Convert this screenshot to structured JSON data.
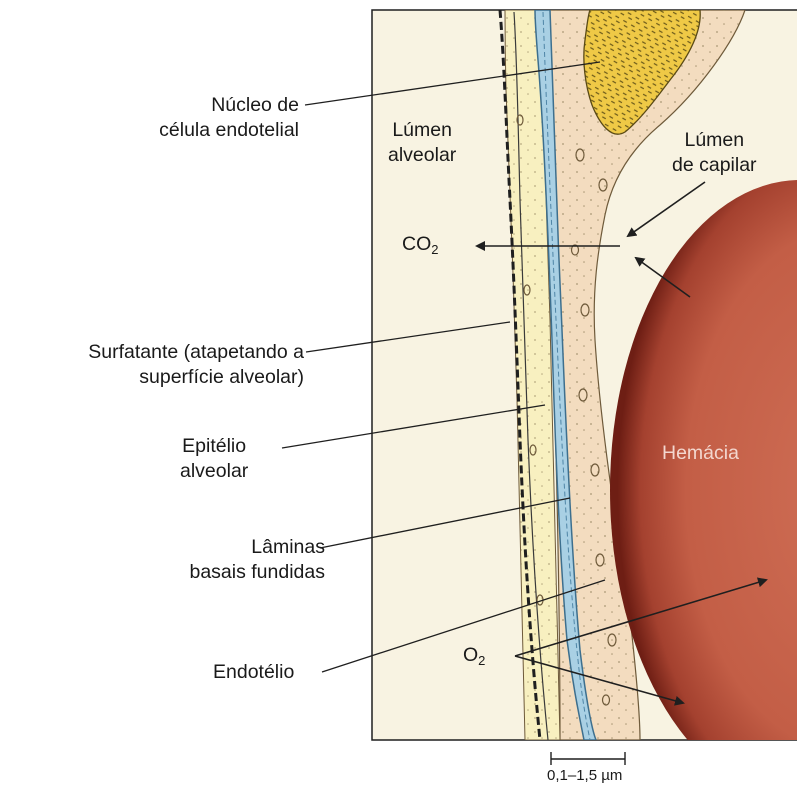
{
  "labels": {
    "nucleus_line1": "Núcleo de",
    "nucleus_line2": "célula endotelial",
    "alveolar_lumen_line1": "Lúmen",
    "alveolar_lumen_line2": "alveolar",
    "capillary_lumen_line1": "Lúmen",
    "capillary_lumen_line2": "de capilar",
    "co2_main": "CO",
    "co2_sub": "2",
    "surfactant_line1": "Surfatante (atapetando a",
    "surfactant_line2": "superfície alveolar)",
    "epithelium_line1": "Epitélio",
    "epithelium_line2": "alveolar",
    "red_cell": "Hemácia",
    "laminae_line1": "Lâminas",
    "laminae_line2": "basais fundidas",
    "o2_main": "O",
    "o2_sub": "2",
    "endothelium": "Endotélio",
    "scale_text": "0,1–1,5 µm"
  },
  "colors": {
    "epithelium": "#f8f0c0",
    "interstitium": "#f3dcbf",
    "basal_lamina": "#a9d0e4",
    "nucleus": "#efc946",
    "red_cell": "#c4624a",
    "red_cell_edge": "#7a2418",
    "ink": "#1f1f1f"
  }
}
